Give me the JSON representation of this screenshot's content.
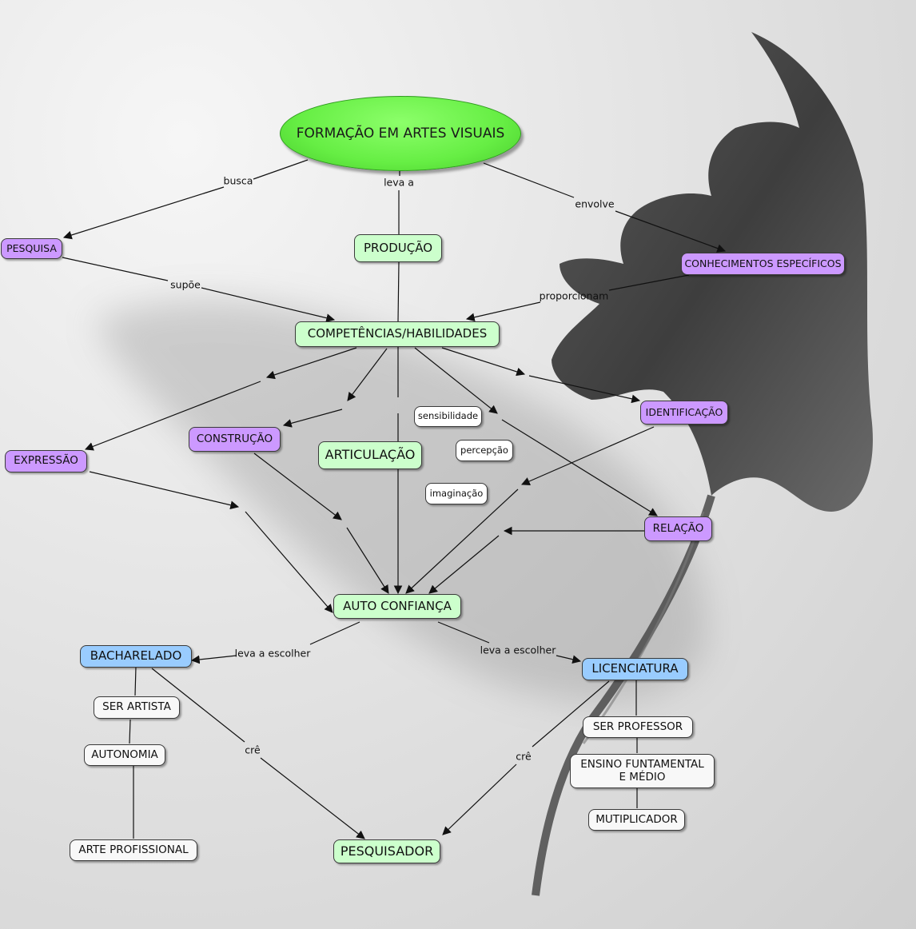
{
  "nodes": {
    "formacao": "FORMAÇÃO EM ARTES VISUAIS",
    "pesquisa": "PESQUISA",
    "producao": "PRODUÇÃO",
    "conhecimentos": "CONHECIMENTOS ESPECÍFICOS",
    "competencias": "COMPETÊNCIAS/HABILIDADES",
    "sensibilidade": "sensibilidade",
    "percepcao": "percepção",
    "imaginacao": "imaginação",
    "identificacao": "IDENTIFICAÇÃO",
    "construcao": "CONSTRUÇÃO",
    "expressao": "EXPRESSÃO",
    "articulacao": "ARTICULAÇÃO",
    "relacao": "RELAÇÃO",
    "auto_confianca": "AUTO CONFIANÇA",
    "bacharelado": "BACHARELADO",
    "licenciatura": "LICENCIATURA",
    "ser_artista": "SER ARTISTA",
    "autonomia": "AUTONOMIA",
    "arte_profissional": "ARTE PROFISSIONAL",
    "ser_professor": "SER PROFESSOR",
    "ensino": "ENSINO FUNTAMENTAL E MÉDIO",
    "multiplicador": "MUTIPLICADOR",
    "pesquisador": "PESQUISADOR"
  },
  "labels": {
    "busca": "busca",
    "leva_a": "leva a",
    "envolve": "envolve",
    "supoe": "supõe",
    "proporcionam": "proporcionam",
    "leva_a_escolher_left": "leva a escolher",
    "leva_a_escolher_right": "leva a escolher",
    "cre_left": "crê",
    "cre_right": "crê"
  },
  "colors": {
    "root": "#66ee44",
    "green": "#ccffcc",
    "purple": "#cc99ff",
    "blue": "#99ccff",
    "white": "#f8f8f8",
    "line": "#111111"
  }
}
